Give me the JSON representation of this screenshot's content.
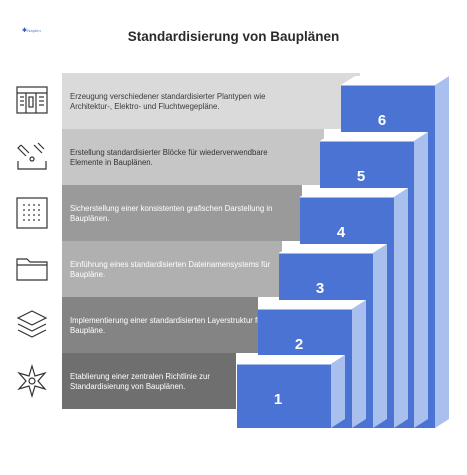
{
  "header": {
    "logo_text": "Napkin",
    "title": "Standardisierung von Bauplänen"
  },
  "colors": {
    "step_front": "#4a73d4",
    "step_top": "#ffffff",
    "step_side": "#a9c0ee",
    "band_1": "#6f6f6f",
    "band_2": "#848484",
    "band_3": "#9a9a9a",
    "band_4": "#b0b0b0",
    "band_5": "#c6c6c6",
    "band_6": "#dadada"
  },
  "steps": [
    {
      "number": "6",
      "text": "Erzeugung verschiedener standardisierter Plantypen wie Architektur-, Elektro- und Fluchtwegepläne.",
      "icon": "blueprint-panel-icon"
    },
    {
      "number": "5",
      "text": "Erstellung standardisierter Blöcke für wiederverwendbare Elemente in Bauplänen.",
      "icon": "tools-icon"
    },
    {
      "number": "4",
      "text": "Sicherstellung einer konsistenten grafischen Darstellung in Bauplänen.",
      "icon": "dotted-grid-icon"
    },
    {
      "number": "3",
      "text": "Einführung eines standardisierten Dateinamensystems für Baupläne.",
      "icon": "folder-icon"
    },
    {
      "number": "2",
      "text": "Implementierung einer standardisierten Layerstruktur für Baupläne.",
      "icon": "layers-icon"
    },
    {
      "number": "1",
      "text": "Etablierung einer zentralen Richtlinie zur Standardisierung von Bauplänen.",
      "icon": "compass-star-icon"
    }
  ]
}
